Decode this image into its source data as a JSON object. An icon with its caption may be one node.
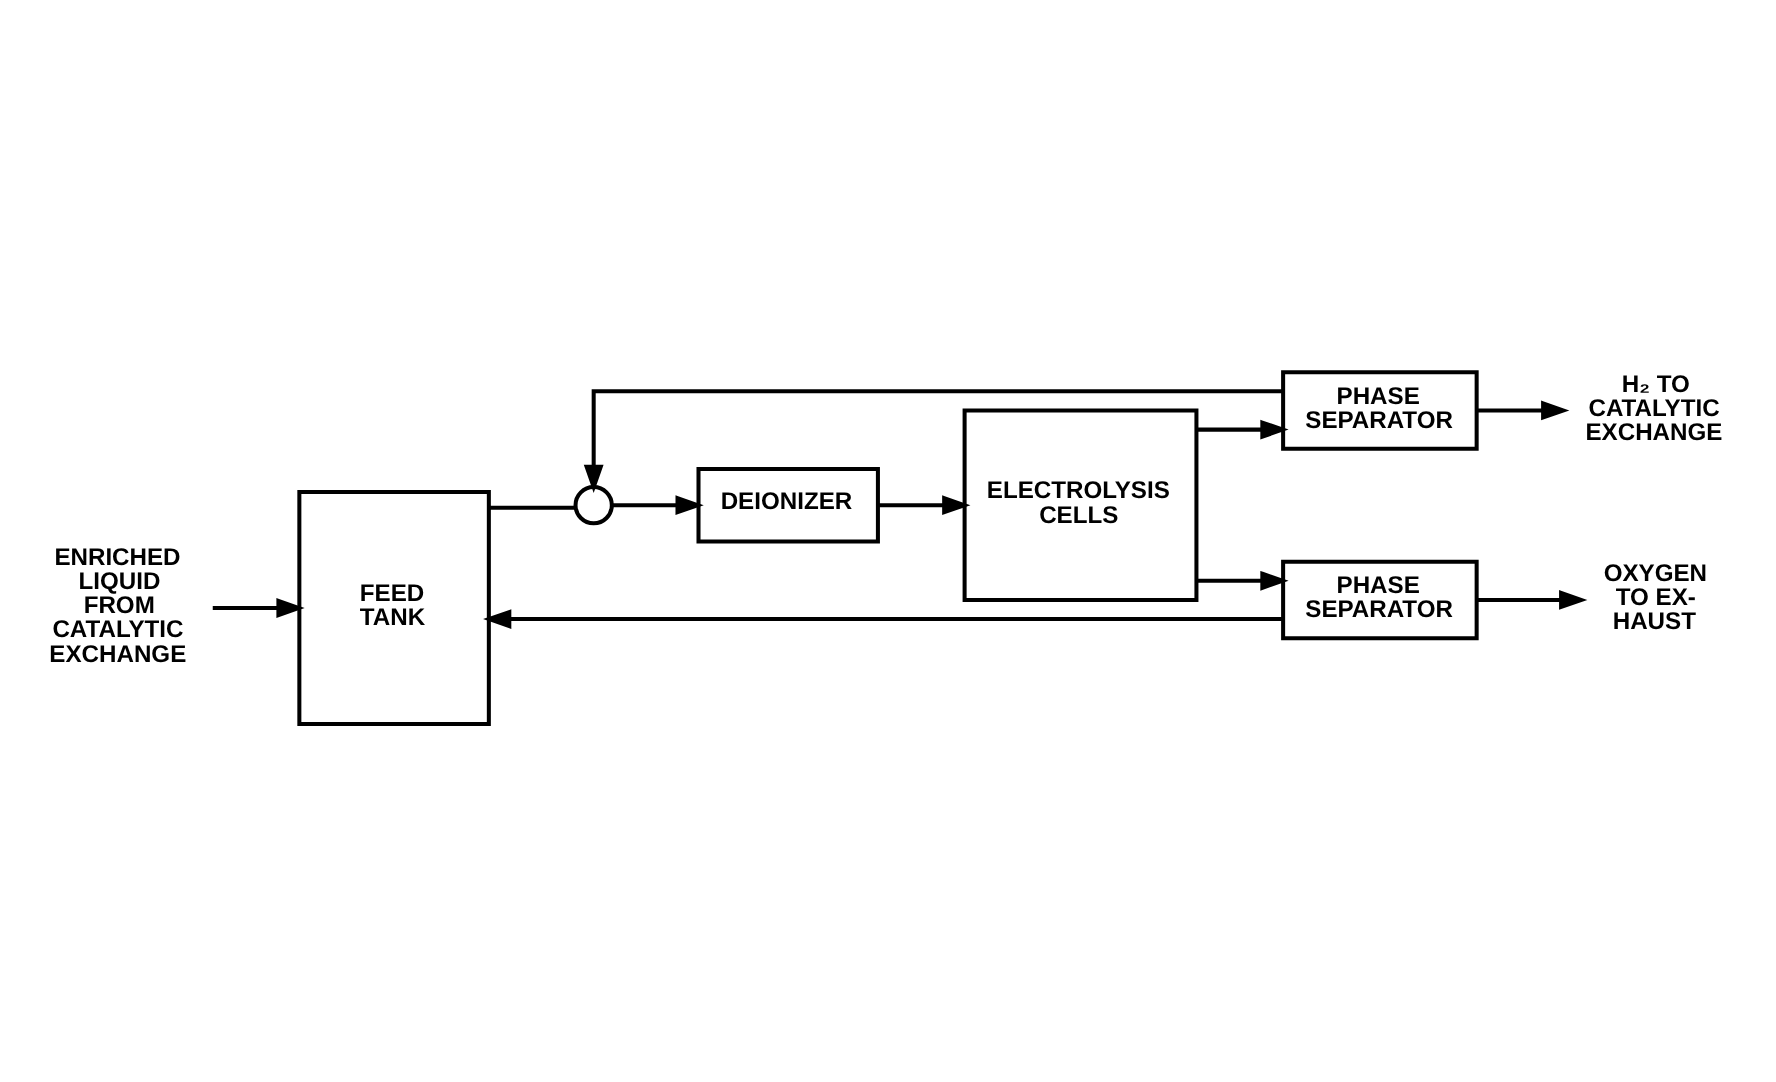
{
  "diagram": {
    "nodes": [
      {
        "text": [
          "FEED TANK"
        ]
      },
      {
        "text": [
          "PHASE SEPARATOR"
        ]
      },
      {
        "text": [
          "PHASE SEPARATOR"
        ]
      },
      {
        "text": [
          "DEIONIZER"
        ]
      },
      {
        "text": [
          "ELECTROLYSIS CELLS"
        ]
      },
      {
        "text": [],
        "shape": "circle"
      },
      {
        "text": [
          "ENRICHED LIQUID FROM CATALYTIC EXCHANGE"
        ]
      },
      {
        "text": [
          "OXYGEN TO EX- HAUST"
        ]
      },
      {
        "text": [
          "H₂ TO CATALYTIC EXCHANGE"
        ]
      }
    ],
    "edges": [
      {
        "from": 6,
        "to": 0,
        "arrow": "to"
      },
      {
        "from": 0,
        "to": 5,
        "arrow": "none"
      },
      {
        "from": 5,
        "to": 3,
        "arrow": "to"
      },
      {
        "from": 3,
        "to": 4,
        "arrow": "to"
      },
      {
        "from": 4,
        "to": 1,
        "arrow": "to"
      },
      {
        "from": 4,
        "to": 2,
        "arrow": "to"
      },
      {
        "from": 1,
        "to": 0,
        "arrow": "to"
      },
      {
        "from": 1,
        "to": 7,
        "arrow": "to"
      },
      {
        "from": 2,
        "to": 8,
        "arrow": "to"
      },
      {
        "from": 2,
        "to": 5,
        "arrow": "to"
      }
    ]
  }
}
